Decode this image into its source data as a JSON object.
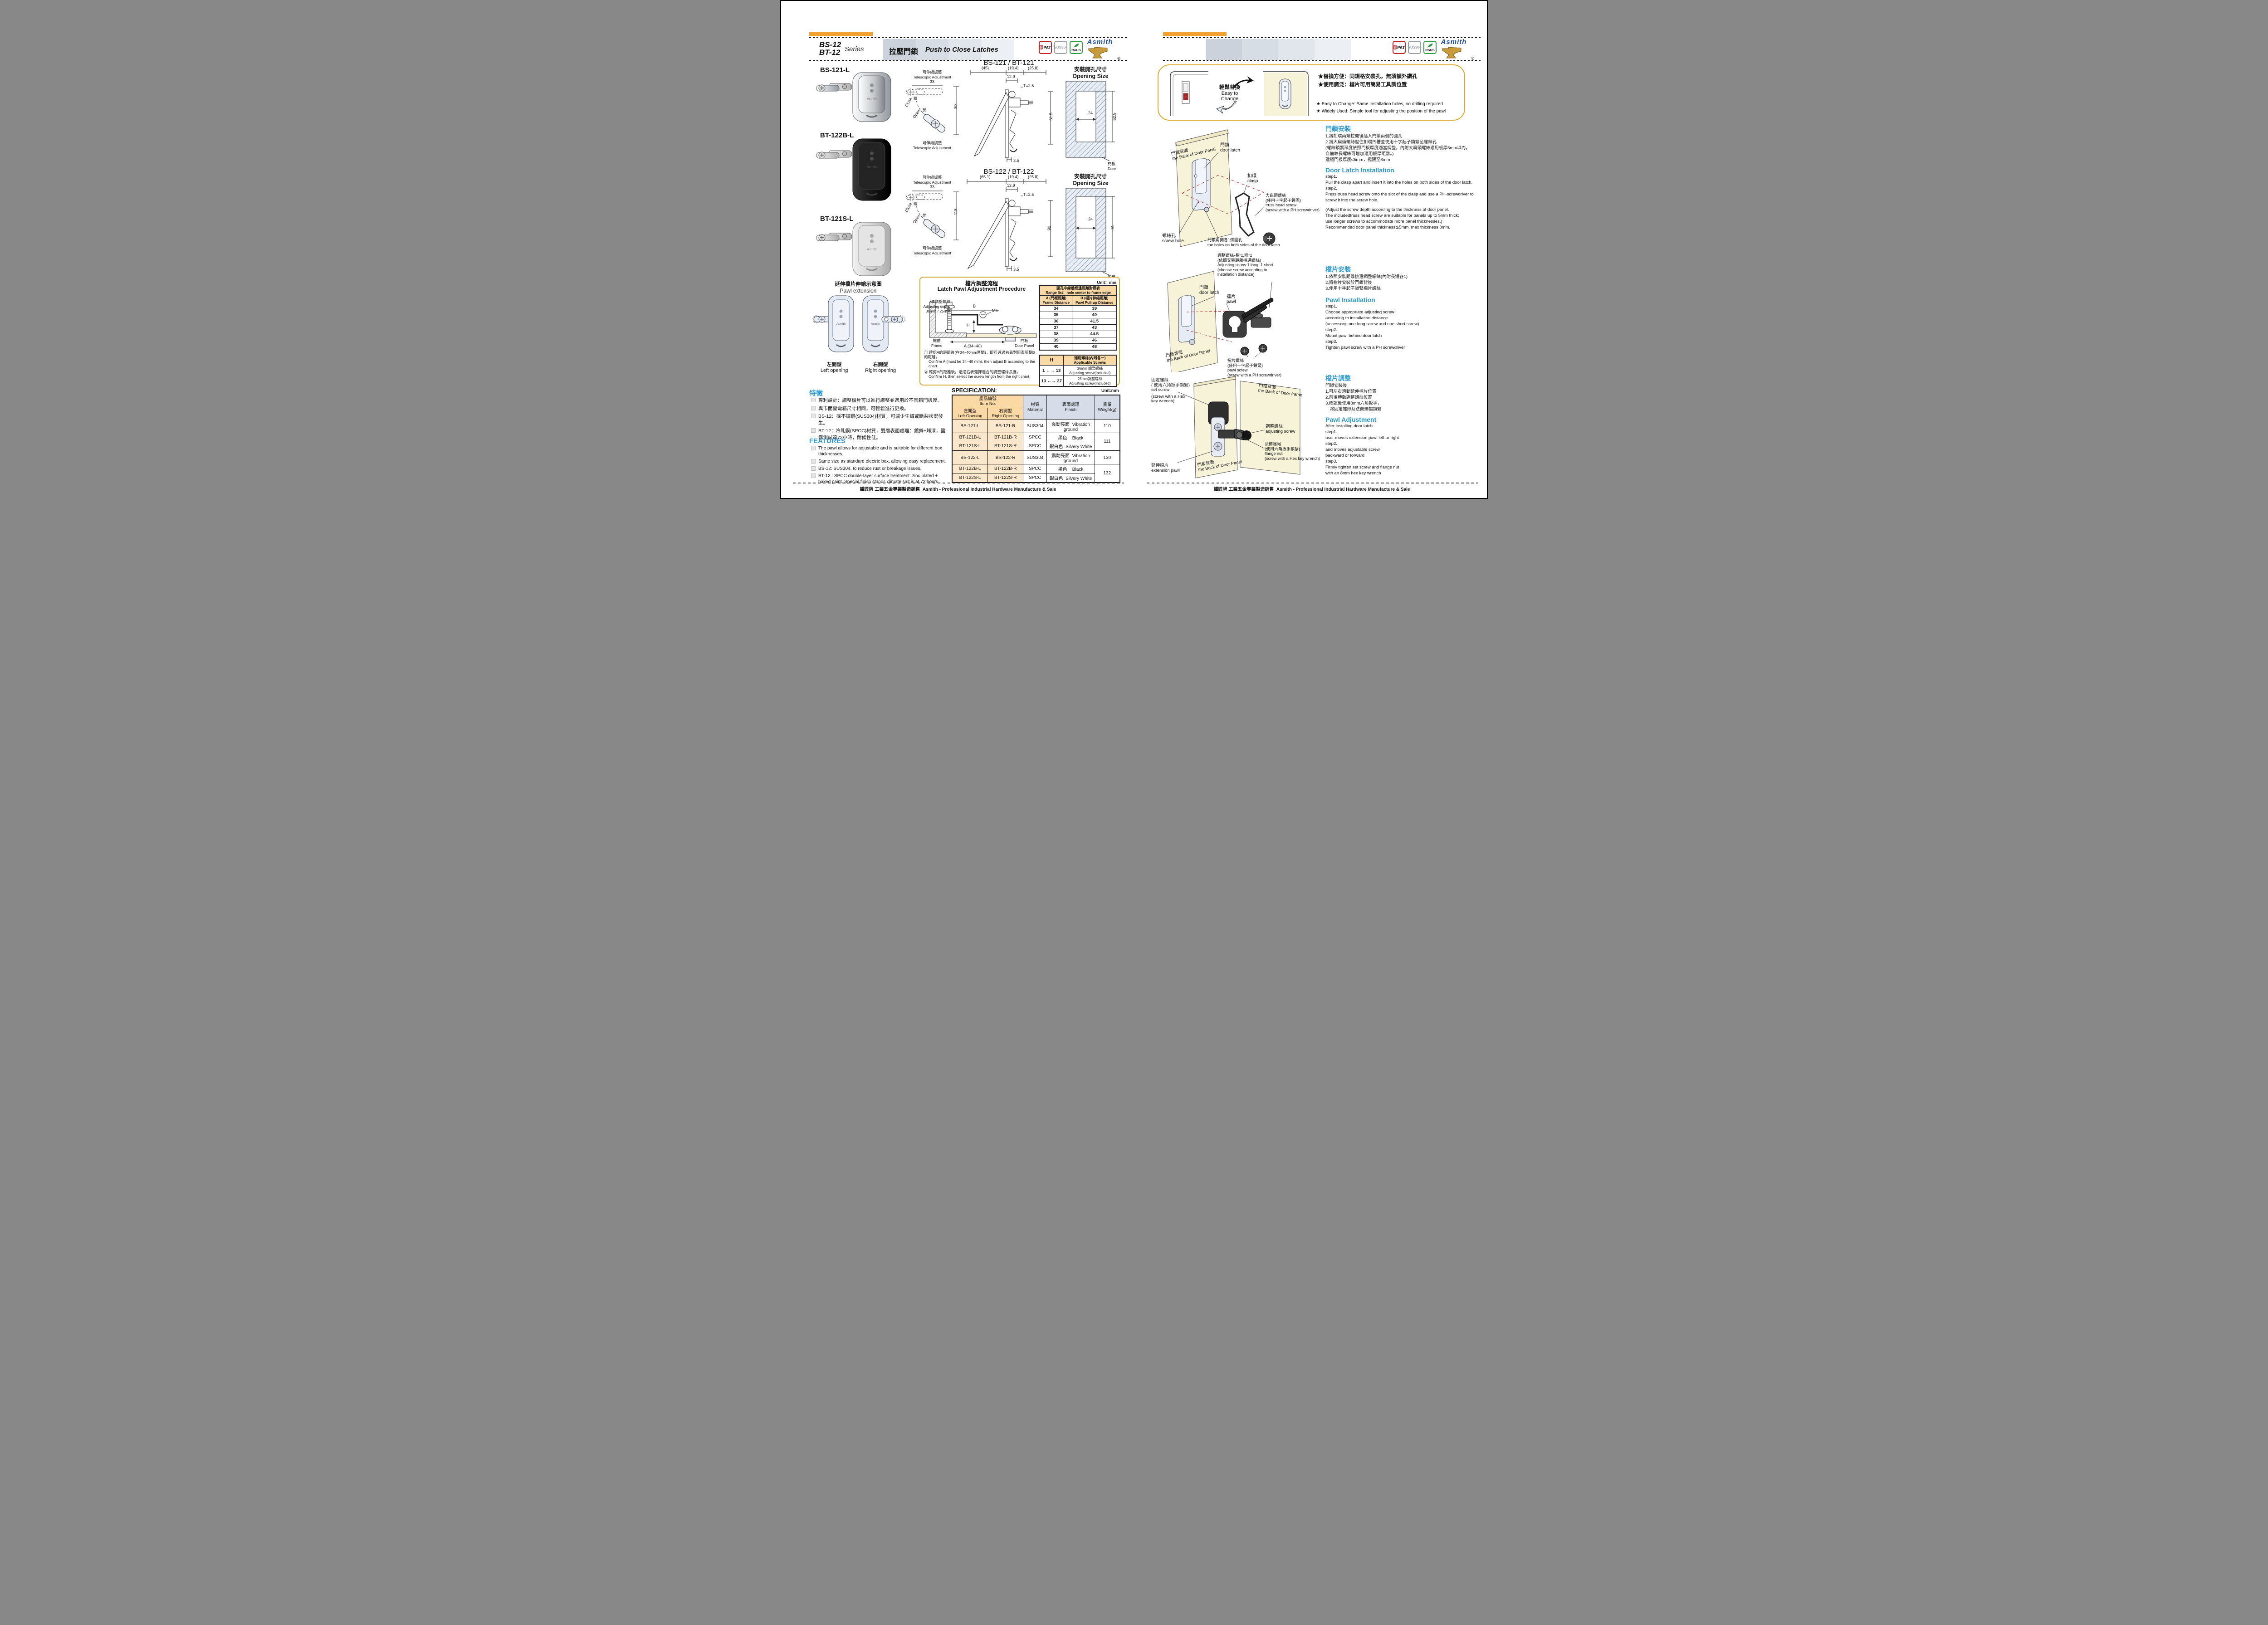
{
  "meta": {
    "brand": "Asmith",
    "registered": "®"
  },
  "header": {
    "series_top": "BS-12",
    "series_bottom": "BT-12",
    "series_word": "Series",
    "title_zh": "拉壓門鎖",
    "title_en": "Push to Close Latches",
    "badge_pat": "PAT",
    "badge_sus": "SUS304",
    "badge_rohs": "RoHS"
  },
  "products": {
    "p1": "BS-121-L",
    "p2": "BT-122B-L",
    "p3": "BT-121S-L"
  },
  "telescopic": {
    "zh": "可伸縮調整",
    "en": "Telescopic Adjustment",
    "close_en": "Close",
    "close_zh": "關",
    "open_zh": "開",
    "open_en": "Open"
  },
  "drawing121": {
    "title": "BS-121 / BT-121",
    "d1": "(45)",
    "d2": "(19.4)",
    "d3": "(25.8)",
    "d4": "12.9",
    "dt": "T=2.5",
    "dh": "61.5",
    "db": "3.5",
    "dw": "33",
    "dbody": "89",
    "open_zh": "安裝開孔尺寸",
    "open_en": "Opening Size",
    "w": "24",
    "h": "62.5",
    "door_zh": "門板",
    "door_en": "Door"
  },
  "drawing122": {
    "title": "BS-122 / BT-122",
    "d1": "(65.1)",
    "d2": "(19.4)",
    "d3": "(25.8)",
    "d4": "12.9",
    "dt": "T=2.5",
    "dh": "90",
    "db": "3.5",
    "dw": "33",
    "dbody": "118",
    "open_zh": "安裝開孔尺寸",
    "open_en": "Opening Size",
    "w": "24",
    "h": "91",
    "door_zh": "門板",
    "door_en": "Door"
  },
  "pawl_ext": {
    "title_zh": "延伸檔片伸縮示意圖",
    "title_en": "Pawl extension",
    "left_zh": "左開型",
    "left_en": "Left opening",
    "right_zh": "右開型",
    "right_en": "Right opening"
  },
  "procedure": {
    "title_zh": "檔片調整流程",
    "title_en": "Latch Pawl Adjustment Procedure",
    "screw_zh": "M5調整螺絲",
    "screw_en": "Adjusting screw",
    "screw_len": "36mm / 25mm",
    "d6": "(6)",
    "db": "B",
    "dm5": "M5",
    "dh2": "H",
    "frame_zh": "框體",
    "frame_en": "Frame",
    "da": "A (34~40)",
    "door_zh": "門板",
    "door_en": "Door Panel",
    "note1_zh": "① 確認A的距離後(在34~40mm區間)，即可透過右表對照表調整B的距離。",
    "note1_en": "Confirm A (must be 34~40 mm), then adjust B according to the chart.",
    "note2_zh": "② 確認H的距離後，透過右表選擇適合的調整螺絲長度。",
    "note2_en": "Confirm H, then select the screw length from the right chart."
  },
  "range_table": {
    "unit": "Unit：mm",
    "title_zh": "開孔中線離框邊距離對照表",
    "title_en": "Range list：hole center to frame edge",
    "col_a_zh": "A (門框距離)",
    "col_a_en": "Frame Distance",
    "col_b_zh": "B (檔片伸縮距離)",
    "col_b_en": "Pawl Pull-up Distance",
    "rows": [
      {
        "a": "34",
        "b": "39"
      },
      {
        "a": "35",
        "b": "40"
      },
      {
        "a": "36",
        "b": "41.5"
      },
      {
        "a": "37",
        "b": "43"
      },
      {
        "a": "38",
        "b": "44.5"
      },
      {
        "a": "39",
        "b": "46"
      },
      {
        "a": "40",
        "b": "48"
      }
    ]
  },
  "screw_table": {
    "col_h": "H",
    "col_s_zh": "適用螺絲(內附各一)",
    "col_s_en": "Applicable Screws",
    "rows": [
      {
        "h": "1 ←→ 13",
        "zh": "36mm 調整螺絲",
        "en": "Adjusting screw(Included)"
      },
      {
        "h": "13 ←→ 27",
        "zh": "25mm調整螺絲",
        "en": "Adjusting screw(Included)"
      }
    ]
  },
  "features": {
    "title_zh": "特徵",
    "zh": [
      "專利設計：調整檔片可以進行調整並適用於不同箱門板厚。",
      "與市面變電箱尺寸相同，可輕鬆進行更換。",
      "BS-12：採不鏽鋼(SUS304)材質，可減少生鏽或斷裂狀況發生。",
      "BT-12：冷軋鋼(SPCC)材質，雙層表面處理：鍍鋅+烤漆，鹽霧測試達72小時，耐候性佳。"
    ],
    "title_en": "FEATURES",
    "en": [
      "The pawl allows for adjustable and is suitable for different box thicknesses.",
      "Same size as standard electric box, allowing easy replacement.",
      "BS-12: SUS304, to reduce rust or breakage issues.",
      "BT-12 : SPCC double-layer surface treatment: zinc plated + baked paint, Special finish stands climate salt is at 72 hours."
    ]
  },
  "spec": {
    "title": "SPECIFICATION:",
    "unit": "Unit:mm",
    "h_item_zh": "產品編號",
    "h_item_en": "Item No.",
    "h_left_zh": "左開型",
    "h_left_en": "Left Opening",
    "h_right_zh": "右開型",
    "h_right_en": "Right Opening",
    "h_mat_zh": "材質",
    "h_mat_en": "Material",
    "h_fin_zh": "表面處理",
    "h_fin_en": "Finish",
    "h_wt_zh": "重量",
    "h_wt_en": "Weight(g)",
    "rows": [
      {
        "l": "BS-121-L",
        "r": "BS-121-R",
        "m": "SUS304",
        "fzh": "震動亮面",
        "fen": "Vibration ground"
      },
      {
        "l": "BT-121B-L",
        "r": "BT-121B-R",
        "m": "SPCC",
        "fzh": "黑色",
        "fen": "Black"
      },
      {
        "l": "BT-121S-L",
        "r": "BT-121S-R",
        "m": "SPCC",
        "fzh": "銀白色",
        "fen": "Silvery White"
      },
      {
        "l": "BS-122-L",
        "r": "BS-122-R",
        "m": "SUS304",
        "fzh": "震動亮面",
        "fen": "Vibration ground"
      },
      {
        "l": "BT-122B-L",
        "r": "BT-122B-R",
        "m": "SPCC",
        "fzh": "黑色",
        "fen": "Black"
      },
      {
        "l": "BT-122S-L",
        "r": "BT-122S-R",
        "m": "SPCC",
        "fzh": "銀白色",
        "fen": "Silvery White"
      }
    ],
    "w110": "110",
    "w111": "111",
    "w130": "130",
    "w132": "132"
  },
  "footer": {
    "zh": "鐵匠牌  工業五金專業製造銷售",
    "en": "Asmith - Professional Industrial Hardware Manufacture & Sale"
  },
  "easy_box": {
    "change_zh": "輕鬆替換",
    "change_en1": "Easy to",
    "change_en2": "Change",
    "star1_zh": "★替換方便：同規格安裝孔，無須額外鑽孔",
    "star2_zh": "★使用廣泛：檔片可用簡易工具調位置",
    "star1_en": "★ Easy to Change: Same installation holes, no drilling required",
    "star2_en": "★ Widely Used: Simple tool for adjusting the position of the pawl"
  },
  "install1": {
    "dg": {
      "panel_zh": "門板背面",
      "panel_en": "the Back of Door Panel",
      "latch_zh": "門鎖",
      "latch_en": "door latch",
      "clasp_zh": "扣環",
      "clasp_en": "clasp",
      "truss_zh": "大扁頭螺絲",
      "truss_zh2": "(使用十字起子鎖固)",
      "truss_en": "truss head screw",
      "truss_en2": "(screw with a PH screwdriver)",
      "hole_zh": "螺絲孔",
      "hole_en": "screw hole",
      "holes_zh": "門鎖兩側各1個圓孔",
      "holes_en": "the holes on both sides of the door latch"
    },
    "title_zh": "門鎖安裝",
    "zh": [
      "1.將扣環兩端拉開後插入門鎖兩側的圓孔",
      "2.將大扁頭螺絲壓住扣環凹槽並使用十字起子鎖緊至螺絲孔",
      "(螺絲鎖緊深度依照門板厚度適當調整，內附大扁頭螺絲適用板厚5mm以內，",
      "自備較長螺絲可增加適用板厚距離。)",
      "建議門板厚度≤5mm，極限至8mm"
    ],
    "title_en": "Door Latch Installation",
    "en": [
      "step1.",
      "Pull the clasp apart and insert it into the holes on both sides of the door latch.",
      "step2.",
      "Press truss head screw onto the slot of the clasp and use a PH-screwdriver to screw it into the screw hole.",
      "(Adjust the screw depth according to the thickness of door panel.",
      "The includedtruss head screw are suitable for panels up to 5mm thick;",
      "use longer screws to accommodate more panel thicknesses.)",
      "Recommended door panel thickness≦5mm, max thickness 8mm."
    ]
  },
  "install2": {
    "dg": {
      "adj_zh": "調整螺絲-長*1,短*1",
      "adj_zh2": "(依照安裝距離挑選螺絲)",
      "adj_en": "Adjusting screw:1 long, 1 short",
      "adj_en2": "(choose screw according to",
      "adj_en3": "installation distance)",
      "latch_zh": "門鎖",
      "latch_en": "door latch",
      "pawl_zh": "擋片",
      "pawl_en": "pawl",
      "panel_zh": "門板背面",
      "panel_en": "the Back of Door Panel",
      "screw_zh": "擋片螺絲",
      "screw_zh2": "(使用十字起子鎖緊)",
      "screw_en": "pawl screw",
      "screw_en2": "(screw with a PH screwdriver)"
    },
    "title_zh": "檔片安裝",
    "zh": [
      "1.依照安裝距離挑選調整螺絲(內附長短各1)",
      "2.將檔片安裝於門鎖背後",
      "3.使用十字起子鎖緊檔片螺絲"
    ],
    "title_en": "Pawl Installation",
    "en": [
      "step1.",
      "Choose appropriate adjusting screw",
      "according to installation distance",
      "(accessory: one long screw and one short screw)",
      "step2.",
      "Mount pawl behind door latch",
      "step3.",
      "Tighten pawl screw with a PH screwdriver"
    ]
  },
  "install3": {
    "dg": {
      "set_zh": "固定螺絲",
      "set_zh2": "( 使用六角扳手鎖緊)",
      "set_en": "set screw",
      "set_en2": "(screw with a Hex",
      "set_en3": "key wrench)",
      "frame_zh": "門框背面",
      "frame_en": "the Back of Door frame",
      "adj_zh": "調整螺絲",
      "adj_en": "adjusting screw",
      "flange_zh": "法蘭螺帽",
      "flange_zh2": "(使用六角扳手鎖緊)",
      "flange_en": "flange nut",
      "flange_en2": "(screw with a Hex key wrench)",
      "ext_zh": "延伸擋片",
      "ext_en": "extension pawl",
      "panel_zh": "門板背面",
      "panel_en": "the Back of Door Panel"
    },
    "title_zh": "檔片調整",
    "zh": [
      "門鎖安裝後",
      "1.可左右滑動延伸檔片位置",
      "2.前後轉動調整螺絲位置",
      "3.確認後使用8mm六角扳手，",
      "　將固定螺絲及法蘭螺帽鎖緊"
    ],
    "title_en": "Pawl Adjustment",
    "en": [
      "After installing door latch",
      "step1.",
      "user moves extension pawl left or right",
      "step2.",
      "and moves adjustable screw",
      "backward or forward",
      "step3.",
      "Firmly tighten set screw and flange nut",
      "with an 8mm hex key wrench"
    ]
  }
}
